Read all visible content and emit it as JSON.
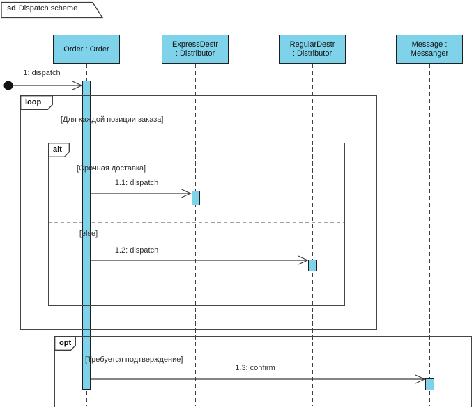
{
  "diagram": {
    "frame_keyword": "sd",
    "frame_title": "Dispatch scheme"
  },
  "lifelines": [
    {
      "id": "order",
      "line1": "Order : Order",
      "line2": ""
    },
    {
      "id": "express-destr",
      "line1": "ExpressDestr",
      "line2": ": Distributor"
    },
    {
      "id": "regular-destr",
      "line1": "RegularDestr",
      "line2": ": Distributor"
    },
    {
      "id": "message",
      "line1": "Message :",
      "line2": "Messanger"
    }
  ],
  "fragments": {
    "loop": {
      "operator": "loop",
      "guard": "[Для каждой позиции заказа]"
    },
    "alt": {
      "operator": "alt",
      "guard_top": "[Срочная доставка]",
      "guard_bottom": "[else]"
    },
    "opt": {
      "operator": "opt",
      "guard": "[Требуется подтверждение]"
    }
  },
  "messages": {
    "m1": "1: dispatch",
    "m1_1": "1.1: dispatch",
    "m1_2": "1.2: dispatch",
    "m1_3": "1.3: confirm"
  },
  "icons": {
    "found_message_marker": "filled-circle",
    "message_arrowhead": "open-arrow"
  },
  "colors": {
    "shape_fill": "#7ED3EB",
    "shape_border": "#1F1F1F",
    "frame_border": "#454545",
    "line": "#3A3A3A",
    "text": "#222222"
  }
}
